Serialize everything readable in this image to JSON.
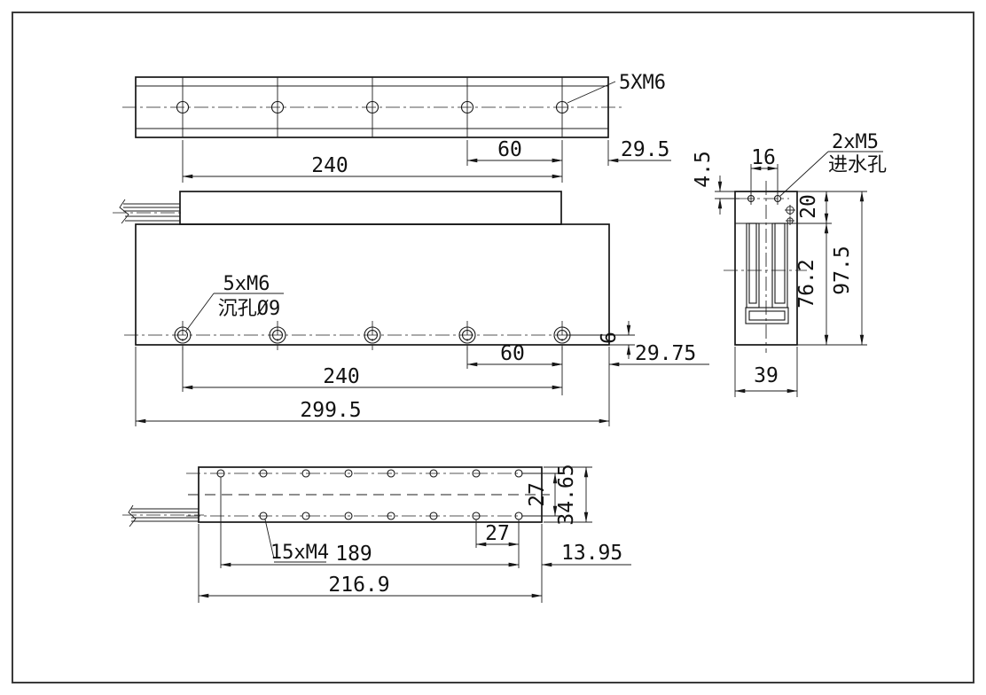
{
  "drawing": {
    "type": "engineering-drawing",
    "part": "U-channel linear motor / magnet track, 3-view dimensioned drawing",
    "colors": {
      "line": "#161616",
      "background": "#ffffff",
      "border": "#3a3a3a"
    },
    "top_view": {
      "hole_callout": "5XM6",
      "hole_count": 5,
      "dim_pitch_span": "240",
      "dim_end_pitch": "60",
      "dim_edge_offset": "29.5"
    },
    "front_view": {
      "hole_callout_line1": "5xM6",
      "hole_callout_line2": "沉孔Ø9",
      "hole_count": 5,
      "dim_center_to_bottom": "6",
      "dim_end_pitch": "60",
      "dim_edge_offset": "29.75",
      "dim_pitch_span": "240",
      "dim_total_length": "299.5"
    },
    "side_view": {
      "hole_callout_line1": "2xM5",
      "hole_callout_line2": "进水孔",
      "hole_count": 2,
      "dim_top_to_hole": "4.5",
      "dim_hole_spacing": "16",
      "dim_top_block_height": "20",
      "dim_body_height": "76.2",
      "dim_total_height": "97.5",
      "dim_width": "39"
    },
    "bottom_view": {
      "hole_callout": "15xM4",
      "hole_count": 15,
      "dim_row_spacing": "27",
      "dim_total_width": "34.65",
      "dim_hole_pitch": "27",
      "dim_row_span": "189",
      "dim_edge_offset": "13.95",
      "dim_total_length": "216.9"
    }
  }
}
